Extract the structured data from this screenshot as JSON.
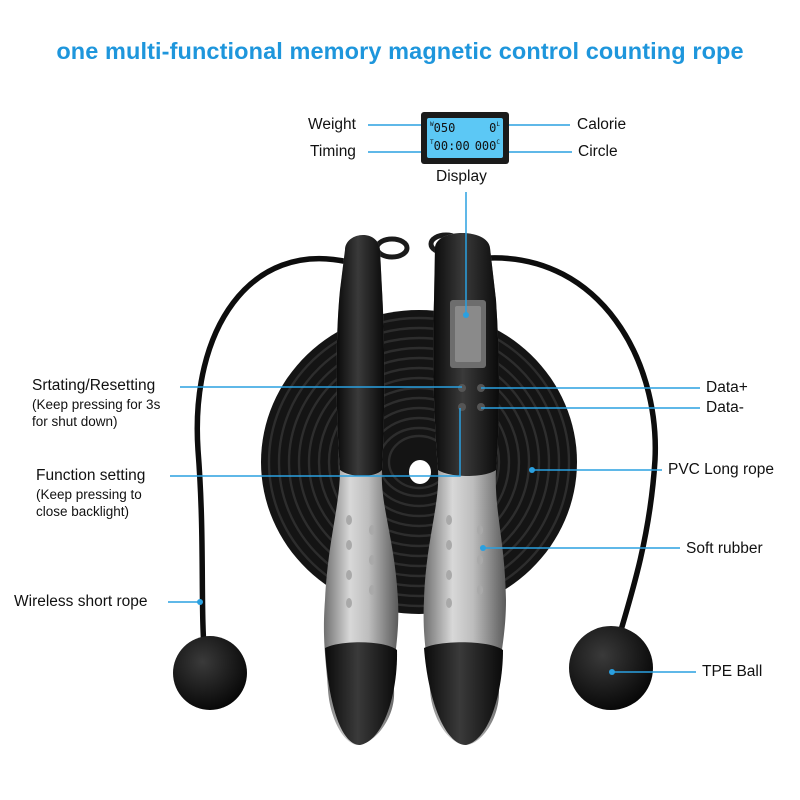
{
  "title": "one multi-functional memory magnetic control counting rope",
  "colors": {
    "title": "#1e96dc",
    "callout_line": "#2aa0e0",
    "lcd": "#5cc8f5"
  },
  "display": {
    "weight_tag": "W",
    "weight_value": "050",
    "calorie_value": "0",
    "calorie_tag": "L",
    "time_tag": "T",
    "time_value": "00:00",
    "circle_value": "000",
    "circle_tag": "C"
  },
  "labels": {
    "weight": "Weight",
    "timing": "Timing",
    "calorie": "Calorie",
    "circle": "Circle",
    "display": "Display",
    "starting": "Srtating/Resetting",
    "starting_note_1": "(Keep pressing for 3s",
    "starting_note_2": "for shut down)",
    "function": "Function setting",
    "function_note_1": "(Keep pressing to",
    "function_note_2": "close backlight)",
    "wireless": "Wireless short rope",
    "data_plus": "Data+",
    "data_minus": "Data-",
    "pvc": "PVC Long rope",
    "soft": "Soft rubber",
    "tpe": "TPE Ball"
  },
  "icons": [
    "rope-coil-icon",
    "handle-icon",
    "tpe-ball-icon",
    "lcd-display-icon"
  ]
}
